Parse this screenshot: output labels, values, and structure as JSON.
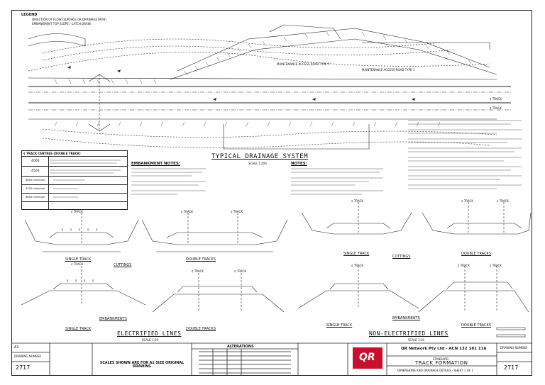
{
  "legend": {
    "title": "LEGEND",
    "items": [
      "DIRECTION OF FLOW (SURFACE OR DRAINAGE PATH)",
      "EMBANKMENT TOP SLOPE / CATCH DRAIN"
    ]
  },
  "plan": {
    "title": "TYPICAL DRAINAGE SYSTEM",
    "scale": "SCALE 1:200",
    "track_a": "¢ TRACK",
    "track_b": "¢ TRACK",
    "access_road_1": "MAINTENANCE ACCESS ROAD TYPE 1",
    "access_road_2": "MAINTENANCE ACCESS ROAD TYPE 1"
  },
  "track_table": {
    "header": "¢ TRACK CENTRES (DOUBLE TRACK)",
    "rows": [
      {
        "label": "4000",
        "value": ""
      },
      {
        "label": "4500",
        "value": ""
      },
      {
        "label": "4800 minimum",
        "value": ""
      },
      {
        "label": "4700 minimum",
        "value": ""
      },
      {
        "label": "4800 minimum",
        "value": ""
      }
    ]
  },
  "embankment_notes": {
    "title": "EMBANKMENT NOTES:"
  },
  "notes": {
    "title": "NOTES:"
  },
  "sections": {
    "cuttings_label": "CUTTINGS",
    "embankments_label": "EMBANKMENTS",
    "single_track": "SINGLE TRACK",
    "double_tracks": "DOUBLE TRACKS",
    "electrified": "ELECTRIFIED LINES",
    "non_electrified": "NON-ELECTRIFIED LINES",
    "scale_note": "SCALE 1:50",
    "track": "¢ TRACK"
  },
  "title_block": {
    "size": "A1",
    "drawing_number_label": "DRAWING NUMBER",
    "drawing_number": "2717",
    "scales_note": "SCALES SHOWN ARE FOR A1 SIZE ORIGINAL DRAWING",
    "alterations": "ALTERATIONS",
    "company": "QR Network Pty Ltd - ACN 132 181 116",
    "standard": "STANDARD",
    "title": "TRACK FORMATION",
    "subtitle": "DIMENSIONS AND DRAINAGE DETAILS - SHEET 1 OF 1",
    "logo_text": "QR",
    "drawing_number_right": "2717"
  }
}
